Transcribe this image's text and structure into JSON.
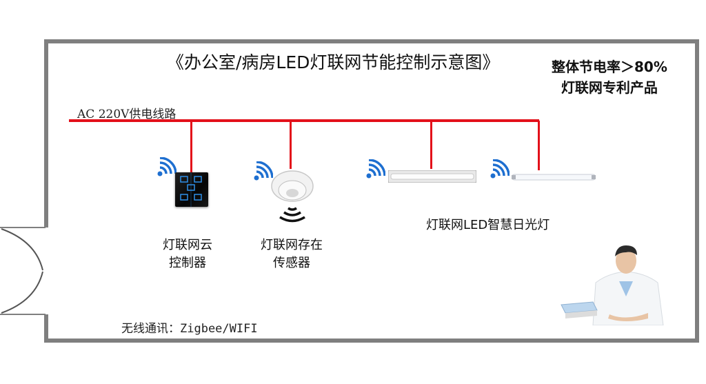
{
  "title": "《办公室/病房LED灯联网节能控制示意图》",
  "stats": {
    "line1": "整体节电率＞80%",
    "line2": "灯联网专利产品"
  },
  "power_line": {
    "label": "AC 220V供电线路",
    "color": "#e3101a"
  },
  "devices": {
    "controller": {
      "label_line1": "灯联网云",
      "label_line2": "控制器"
    },
    "sensor": {
      "label_line1": "灯联网存在",
      "label_line2": "传感器"
    },
    "lamp": {
      "label": "灯联网LED智慧日光灯"
    }
  },
  "wireless": {
    "label": "无线通讯：Zigbee/WIFI"
  },
  "colors": {
    "wall": "#7f7f7f",
    "wifi_icon": "#1e6fd0",
    "switch_icon": "#2f8fe8"
  }
}
